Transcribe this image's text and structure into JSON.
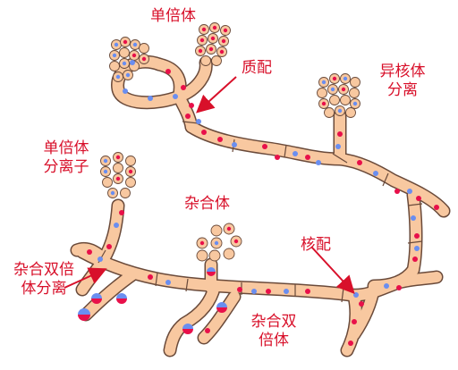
{
  "labels": {
    "haploid_top": "单倍体",
    "plasmogamy": "质配",
    "heterokaryon_line1": "异核体",
    "heterokaryon_line2": "分离",
    "haploid_seg_line1": "单倍体",
    "haploid_seg_line2": "分离子",
    "hybrid": "杂合体",
    "hybrid_diploid_seg_line1": "杂合双倍",
    "hybrid_diploid_seg_line2": "体分离",
    "karyogamy": "核配",
    "hybrid_diploid_line1": "杂合双",
    "hybrid_diploid_line2": "倍体"
  },
  "colors": {
    "hypha_fill": "#f8c8a0",
    "hypha_stroke": "#6a4a3a",
    "nucleus_red": "#e8104a",
    "nucleus_blue": "#6a8ef0",
    "label": "#d8102a"
  }
}
